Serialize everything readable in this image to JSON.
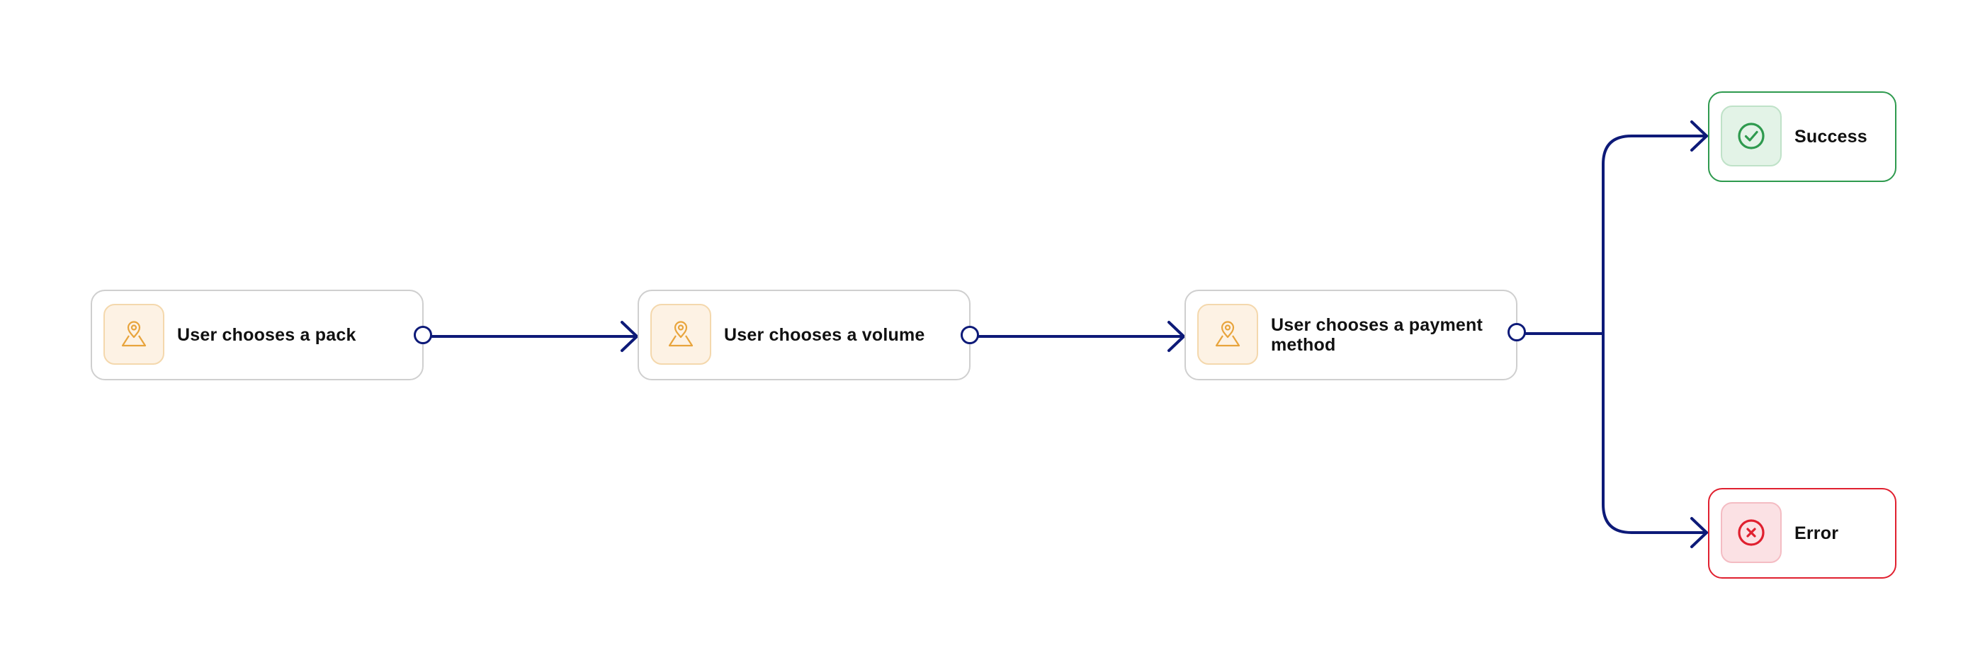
{
  "flow": {
    "steps": [
      {
        "label": "User chooses a pack",
        "icon": "map-pin-icon"
      },
      {
        "label": "User chooses a volume",
        "icon": "map-pin-icon"
      },
      {
        "label": "User chooses a payment method",
        "icon": "map-pin-icon"
      }
    ],
    "outcomes": [
      {
        "label": "Success",
        "icon": "check-circle-icon",
        "color": "#2e9a4e"
      },
      {
        "label": "Error",
        "icon": "x-circle-icon",
        "color": "#e0202f"
      }
    ],
    "colors": {
      "connector": "#0d1a78",
      "step_icon": "#e8a43c",
      "step_border": "#cfcfcf"
    }
  }
}
